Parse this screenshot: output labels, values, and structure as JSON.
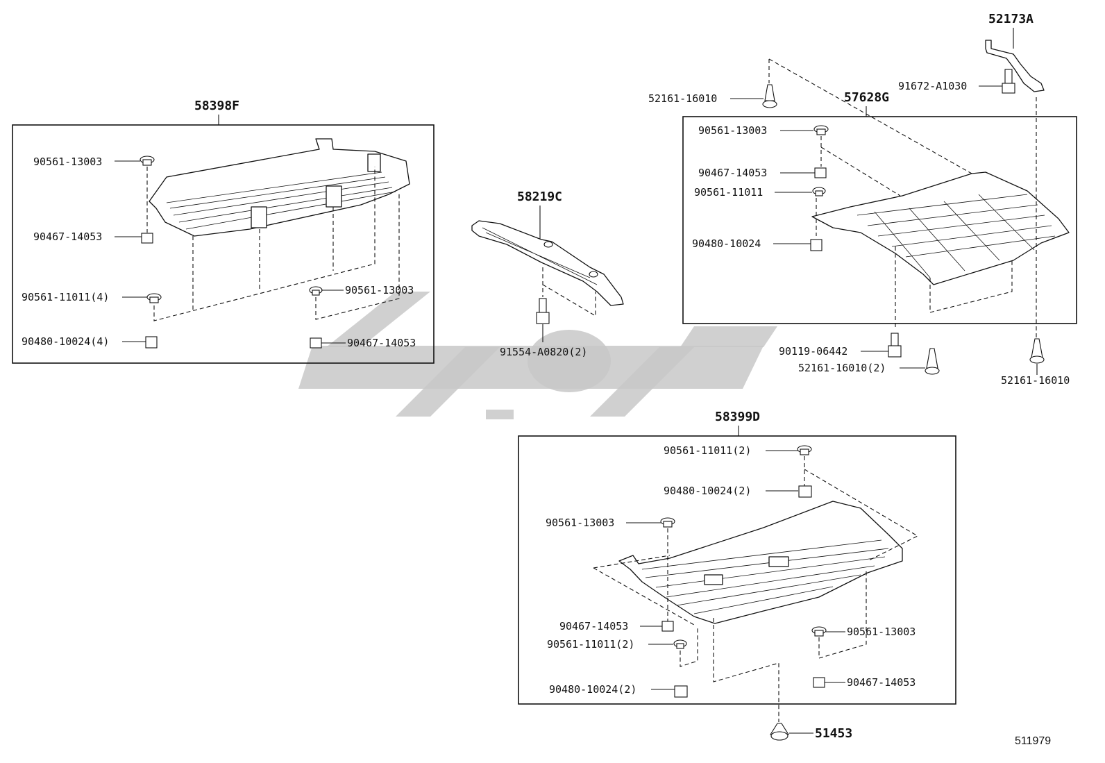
{
  "diagram": {
    "reference_number": "511979",
    "assemblies": [
      {
        "id": "58398F",
        "labels": [
          "90561-13003",
          "90467-14053",
          "90561-11011(4)",
          "90480-10024(4)",
          "90561-13003",
          "90467-14053"
        ]
      },
      {
        "id": "58219C",
        "labels": [
          "91554-A0820(2)"
        ]
      },
      {
        "id": "57628G",
        "labels": [
          "90561-13003",
          "90467-14053",
          "90561-11011",
          "90480-10024"
        ]
      },
      {
        "id": "58399D",
        "labels": [
          "90561-11011(2)",
          "90480-10024(2)",
          "90561-13003",
          "90467-14053",
          "90561-11011(2)",
          "90480-10024(2)",
          "90561-13003",
          "90467-14053"
        ]
      }
    ],
    "loose_parts": [
      "52173A",
      "91672-A1030",
      "52161-16010",
      "90119-06442",
      "52161-16010(2)",
      "52161-16010",
      "51453"
    ]
  },
  "colors": {
    "line": "#111111",
    "watermark": "#c8c8c8"
  }
}
